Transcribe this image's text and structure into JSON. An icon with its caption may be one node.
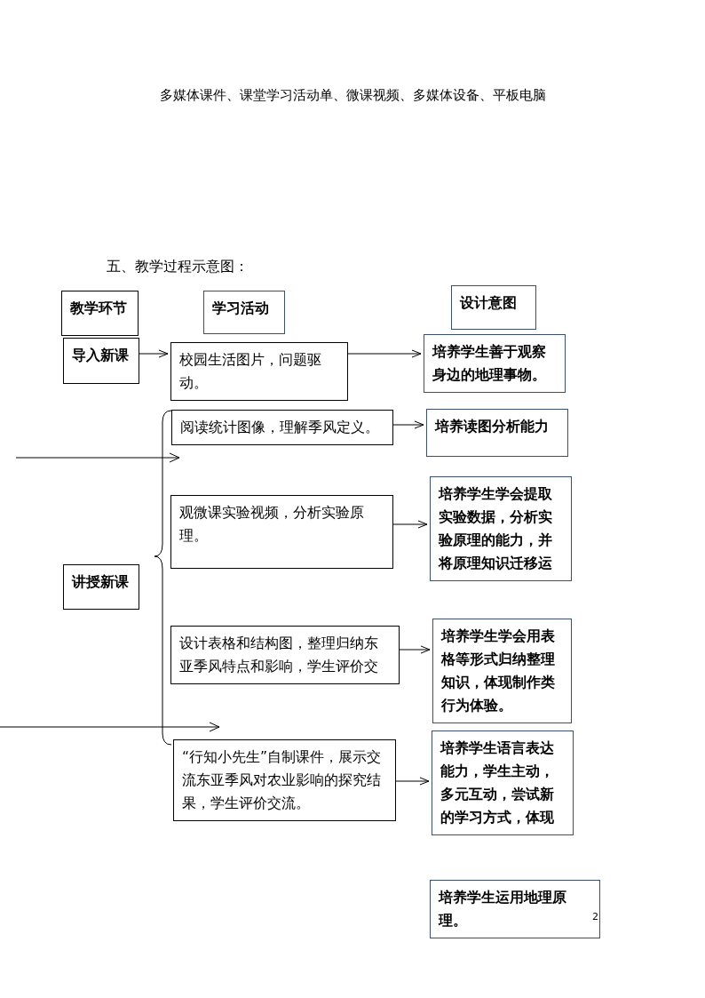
{
  "diagram": {
    "title": "五、教学过程示意图：",
    "nodes": [
      {
        "text": [
          "教学环节"
        ]
      },
      {
        "text": [
          "学习活动"
        ]
      },
      {
        "text": [
          "设计意图"
        ]
      },
      {
        "text": [
          "导入新课"
        ]
      },
      {
        "text": [
          "校园生活图片，问题驱动。"
        ]
      },
      {
        "text": [
          "培养学生善于观察身边的地理事物。"
        ]
      },
      {
        "text": [
          "阅读统计图像，理解季风定义。"
        ]
      },
      {
        "text": [
          "培养读图分析能力"
        ]
      },
      {
        "text": [
          "观微课实验视频，分析实验原理。"
        ]
      },
      {
        "text": [
          "培养学生学会提取实验数据，分析实验原理的能力，并将原理知识迁移运"
        ]
      },
      {
        "text": [
          "讲授新课"
        ]
      },
      {
        "text": [
          "设计表格和结构图，整理归纳东亚季风特点和影响，学生评价交"
        ]
      },
      {
        "text": [
          "培养学生学会用表格等形式归纳整理知识，体现制作类行为体验。"
        ]
      },
      {
        "text": [
          "“行知小先生”自制课件，展示交流东亚季风对农业影响的探究结果，学生评价交流。"
        ]
      },
      {
        "text": [
          "培养学生语言表达能力，学生主动，多元互动，尝试新的学习方式，体现"
        ]
      },
      {
        "text": [
          "培养学生运用地理原理。"
        ]
      }
    ],
    "edges": [
      {
        "from": 3,
        "to": 4,
        "arrow": "to"
      },
      {
        "from": 4,
        "to": 5,
        "arrow": "to"
      },
      {
        "from": 6,
        "to": 7,
        "arrow": "to"
      },
      {
        "from": 8,
        "to": 9,
        "arrow": "to"
      },
      {
        "from": 11,
        "to": 12,
        "arrow": "to"
      },
      {
        "from": 13,
        "to": 14,
        "arrow": "to"
      }
    ],
    "labels": [
      "多媒体课件、课堂学习活动单、微课视频、多媒体设备、平板电脑",
      "2"
    ]
  }
}
